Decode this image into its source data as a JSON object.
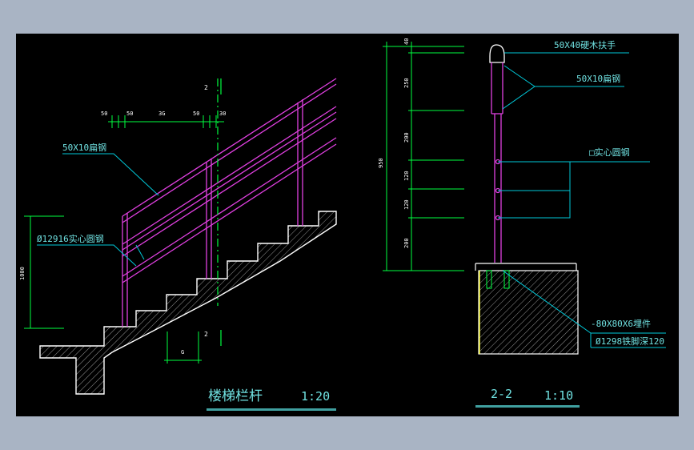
{
  "colors": {
    "background": "#a9b4c4",
    "sheet": "#000000",
    "railing": "#e040e0",
    "dimension": "#00ff40",
    "annotation": "#00c8d8",
    "text": "#6fe0e0",
    "title_underline": "#40a0a0",
    "concrete": "#ffffff",
    "post": "#ffff40"
  },
  "left": {
    "title": "楼梯栏杆",
    "scale": "1:20",
    "labels": {
      "flat_bar": "50X10扁钢",
      "round_bar": "Ø12916实心圆钢"
    },
    "dims": {
      "top": [
        "50",
        "50",
        "3G",
        "50",
        "30"
      ],
      "height": "1000",
      "bottom": "G",
      "section_mark": "2"
    }
  },
  "right": {
    "title": "2-2",
    "scale": "1:10",
    "labels": {
      "handrail": "50X40硬木扶手",
      "flat_bar": "50X10扁钢",
      "round_bar": "□实心圆钢",
      "embed_plate": "-80X80X6埋件",
      "anchor": "Ø1298铁脚深120"
    },
    "dims": {
      "total": "950",
      "segments": [
        "40",
        "250",
        "200",
        "120",
        "120",
        "200"
      ]
    }
  }
}
